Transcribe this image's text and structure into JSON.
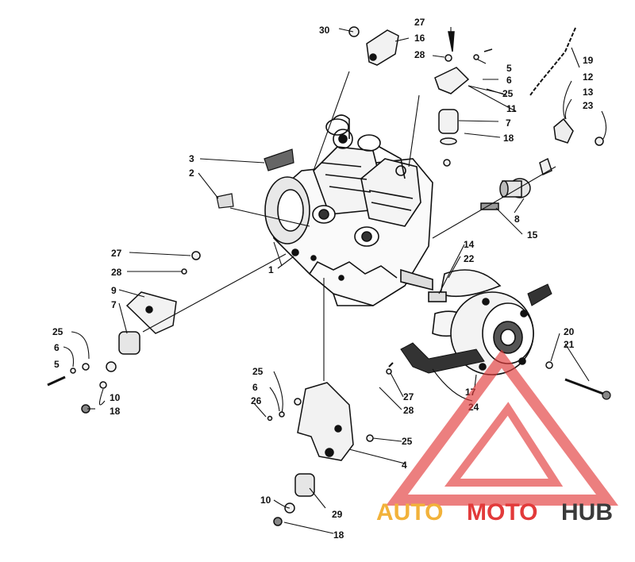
{
  "callouts": [
    "30",
    "16",
    "27",
    "28",
    "5",
    "6",
    "25",
    "11",
    "7",
    "18",
    "19",
    "12",
    "13",
    "23",
    "3",
    "2",
    "8",
    "15",
    "14",
    "22",
    "1",
    "27",
    "28",
    "9",
    "7",
    "25",
    "6",
    "5",
    "10",
    "18",
    "20",
    "21",
    "17",
    "24",
    "25",
    "6",
    "26",
    "27",
    "28",
    "25",
    "4",
    "10",
    "29",
    "18"
  ],
  "watermark": {
    "brand_auto": "AUTO",
    "brand_moto": "MOTO",
    "brand_hub": "HUB",
    "colors": {
      "triangle": "#e23a3a",
      "auto": "#f2b23a",
      "moto": "#e23a3a",
      "hub": "#3a3a3a"
    }
  },
  "icons": [
    "engine-block-illustration",
    "clutch-assembly-illustration",
    "mount-bracket-illustration",
    "rubber-mount-illustration",
    "drive-belt-illustration"
  ]
}
